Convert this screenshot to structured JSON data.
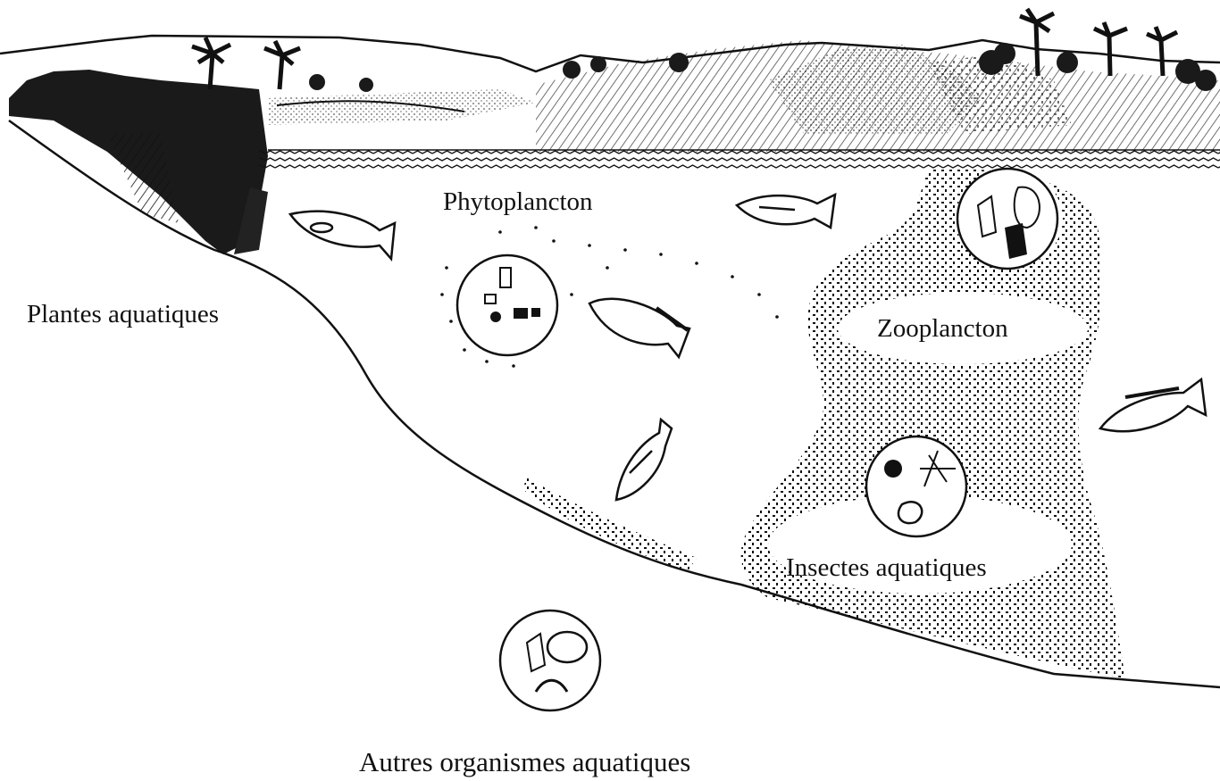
{
  "labels": {
    "phytoplankton": "Phytoplancton",
    "aquatic_plants": "Plantes aquatiques",
    "zooplankton": "Zooplancton",
    "aquatic_insects": "Insectes aquatiques",
    "other_organisms": "Autres organismes aquatiques"
  },
  "colors": {
    "ink": "#111111",
    "paper": "#ffffff"
  },
  "icons": [
    "palm-tree-icon",
    "fish-icon",
    "plankton-circle-icon"
  ]
}
